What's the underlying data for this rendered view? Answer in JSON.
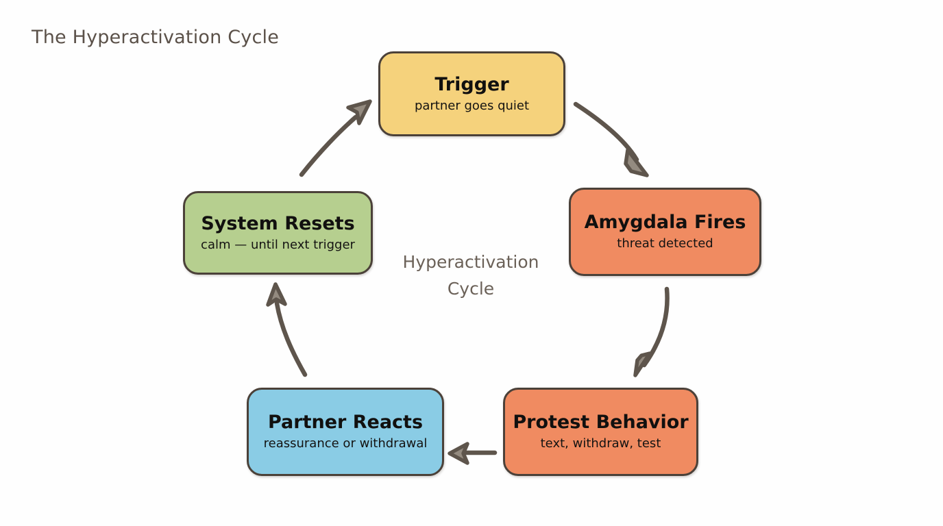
{
  "page": {
    "title": "The Hyperactivation Cycle",
    "background_color": "#fefefe",
    "title_color": "#5b5149"
  },
  "center_label": {
    "line1": "Hyperactivation",
    "line2": "Cycle",
    "color": "#6b6158"
  },
  "diagram": {
    "type": "cycle",
    "arrow_color": "#5e554c",
    "arrowhead_fill": "#948b80",
    "nodes": [
      {
        "id": "trigger",
        "title": "Trigger",
        "subtitle": "partner goes quiet",
        "fill": "#f5d27c",
        "border": "#4b4139"
      },
      {
        "id": "amygdala",
        "title": "Amygdala Fires",
        "subtitle": "threat detected",
        "fill": "#f08b61",
        "border": "#4b4139"
      },
      {
        "id": "protest",
        "title": "Protest Behavior",
        "subtitle": "text, withdraw, test",
        "fill": "#f08b61",
        "border": "#4b4139"
      },
      {
        "id": "partner",
        "title": "Partner Reacts",
        "subtitle": "reassurance or withdrawal",
        "fill": "#8acce5",
        "border": "#4b4139"
      },
      {
        "id": "reset",
        "title": "System Resets",
        "subtitle": "calm — until next trigger",
        "fill": "#b6cf8f",
        "border": "#4b4139"
      }
    ],
    "edges": [
      {
        "from": "trigger",
        "to": "amygdala",
        "style": "curved-arrow"
      },
      {
        "from": "amygdala",
        "to": "protest",
        "style": "curved-arrow"
      },
      {
        "from": "protest",
        "to": "partner",
        "style": "straight-arrow"
      },
      {
        "from": "partner",
        "to": "reset",
        "style": "curved-arrow"
      },
      {
        "from": "reset",
        "to": "trigger",
        "style": "curved-arrow"
      }
    ]
  }
}
